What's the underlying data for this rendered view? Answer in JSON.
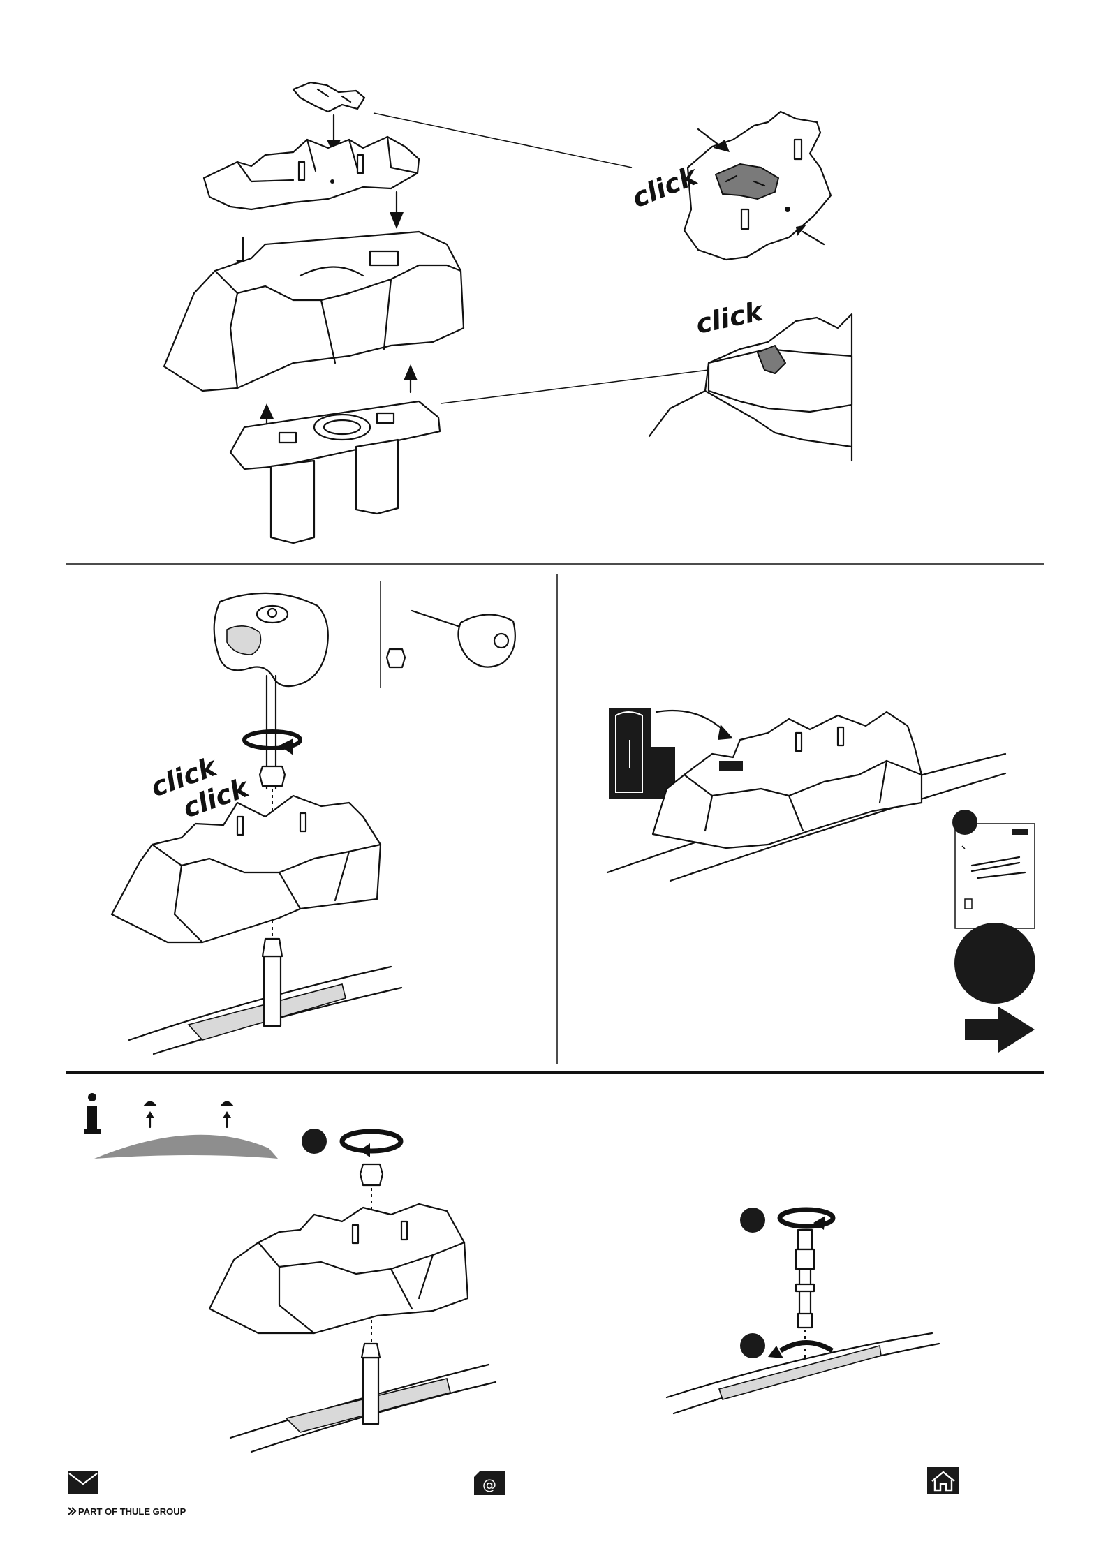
{
  "annotations": {
    "click_top": "click",
    "click_right": "click",
    "click_step2_a": "click",
    "click_step2_b": "click"
  },
  "footer": {
    "company": "PART OF THULE GROUP",
    "icons": [
      "envelope-icon",
      "email-at-icon",
      "home-icon"
    ]
  },
  "colors": {
    "line": "#111111",
    "part_gray": "#7a7a7a",
    "roof_gray": "#8e8e8e",
    "dark_fill": "#1a1a1a"
  }
}
